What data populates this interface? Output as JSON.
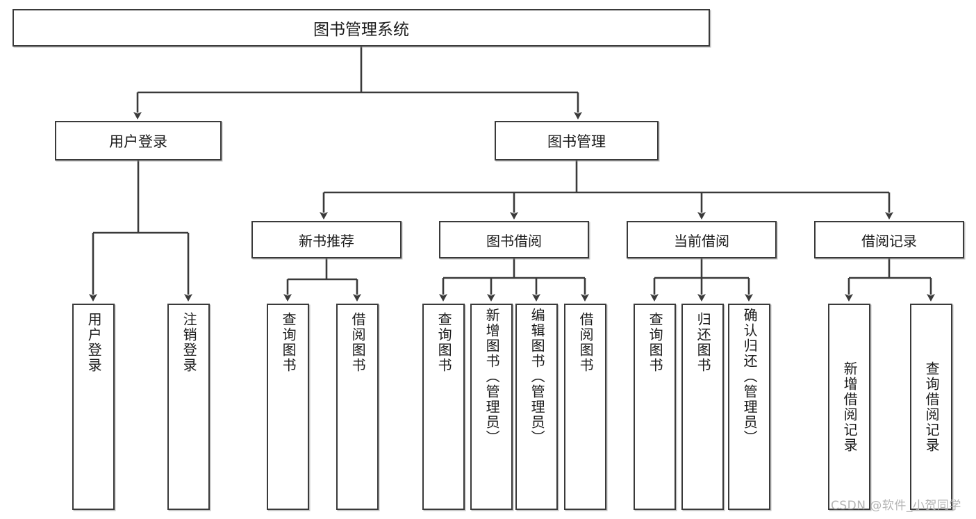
{
  "diagram": {
    "type": "tree",
    "title": "图书管理系统",
    "watermark": "CSDN @软件_小贺同学",
    "colors": {
      "box_border": "#3a3a3a",
      "box_fill": "#ffffff",
      "connector": "#3a3a3a",
      "text": "#1b1b1b",
      "watermark": "#b4b4b4"
    },
    "root": {
      "label": "图书管理系统"
    },
    "level1": [
      {
        "label": "用户登录"
      },
      {
        "label": "图书管理"
      }
    ],
    "level2": [
      {
        "label": "新书推荐"
      },
      {
        "label": "图书借阅"
      },
      {
        "label": "当前借阅"
      },
      {
        "label": "借阅记录"
      }
    ],
    "leaves": {
      "user_login": [
        {
          "label": "用户登录"
        },
        {
          "label": "注销登录"
        }
      ],
      "new_book": [
        {
          "label": "查询图书"
        },
        {
          "label": "借阅图书"
        }
      ],
      "book_borrow": [
        {
          "label": "查询图书"
        },
        {
          "label": "新增图书（管理员）"
        },
        {
          "label": "编辑图书（管理员）"
        },
        {
          "label": "借阅图书"
        }
      ],
      "current_borrow": [
        {
          "label": "查询图书"
        },
        {
          "label": "归还图书"
        },
        {
          "label": "确认归还（管理员）"
        }
      ],
      "borrow_record": [
        {
          "label": "新增借阅记录"
        },
        {
          "label": "查询借阅记录"
        }
      ]
    }
  }
}
